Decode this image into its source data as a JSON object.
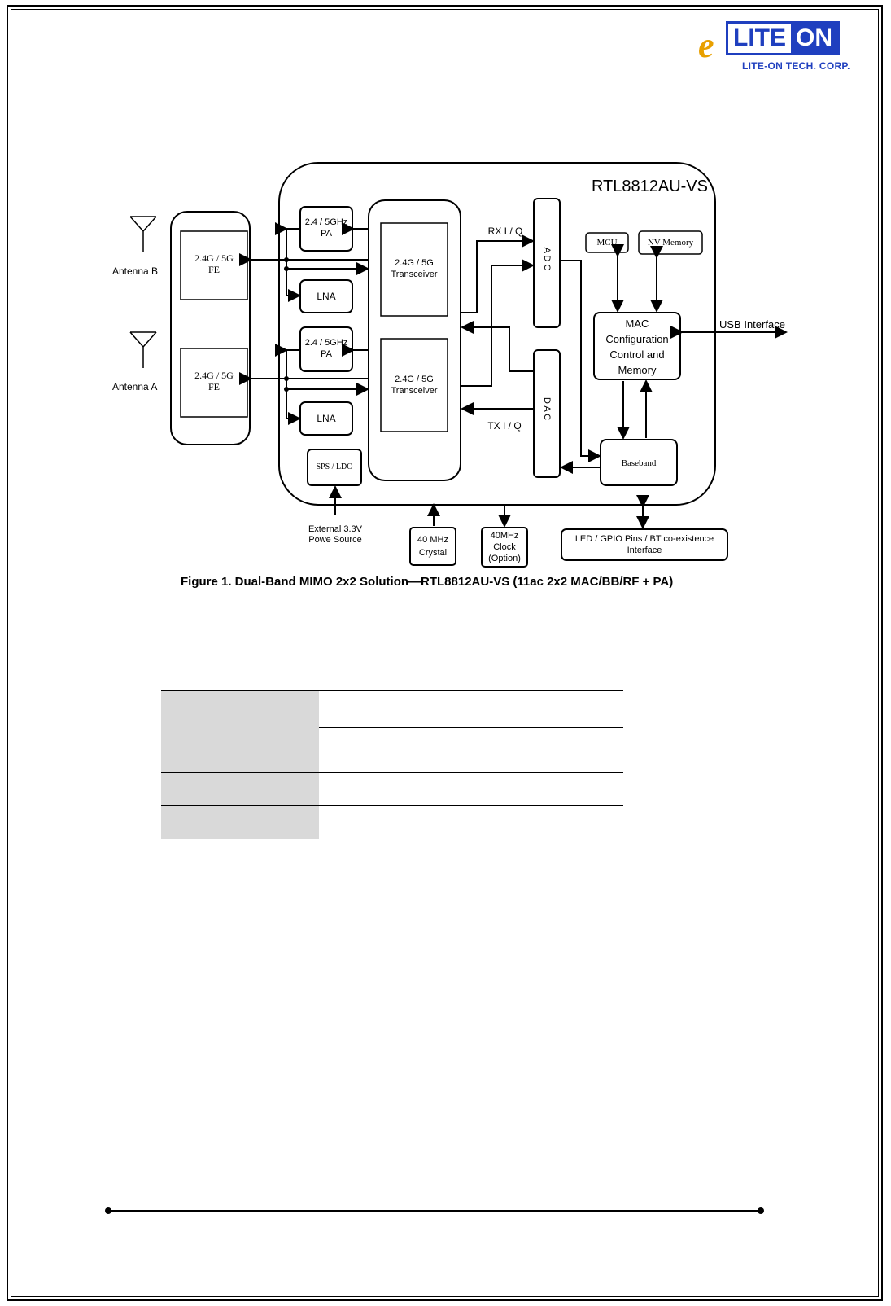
{
  "logo": {
    "mark": "e",
    "word_left": "LITE",
    "word_right": "ON",
    "tagline": "LITE-ON TECH. CORP."
  },
  "diagram": {
    "chip_name": "RTL8812AU-VS",
    "antenna_b": "Antenna B",
    "antenna_a": "Antenna A",
    "fe_b": [
      "2.4G / 5G",
      "FE"
    ],
    "fe_a": [
      "2.4G / 5G",
      "FE"
    ],
    "pa_top": [
      "2.4 / 5GHz",
      "PA"
    ],
    "pa_bottom": [
      "2.4 / 5GHz",
      "PA"
    ],
    "lna_top": "LNA",
    "lna_bottom": "LNA",
    "transceiver_top": [
      "2.4G / 5G",
      "Transceiver"
    ],
    "transceiver_bottom": [
      "2.4G / 5G",
      "Transceiver"
    ],
    "rx_iq": "RX I / Q",
    "tx_iq": "TX I / Q",
    "adc": "A D C",
    "dac": "D A C",
    "mcu": "MCU",
    "nv_memory": "NV Memory",
    "mac_block": [
      "MAC",
      "Configuration",
      "Control and",
      "Memory"
    ],
    "baseband": "Baseband",
    "usb_interface": "USB Interface",
    "sps_ldo": "SPS / LDO",
    "external_power": [
      "External 3.3V",
      "Powe Source"
    ],
    "crystal": [
      "40 MHz",
      "Crystal"
    ],
    "clock": [
      "40MHz",
      "Clock",
      "(Option)"
    ],
    "led_gpio": [
      "LED / GPIO Pins / BT co-existence",
      "Interface"
    ]
  },
  "caption": "Figure 1.   Dual-Band MIMO 2x2 Solution—RTL8812AU-VS (11ac 2x2 MAC/BB/RF + PA)",
  "table": {
    "rows": [
      {
        "label": "",
        "value": ""
      },
      {
        "label": "",
        "value": ""
      },
      {
        "label": "",
        "value": ""
      },
      {
        "label": "",
        "value": ""
      }
    ]
  }
}
